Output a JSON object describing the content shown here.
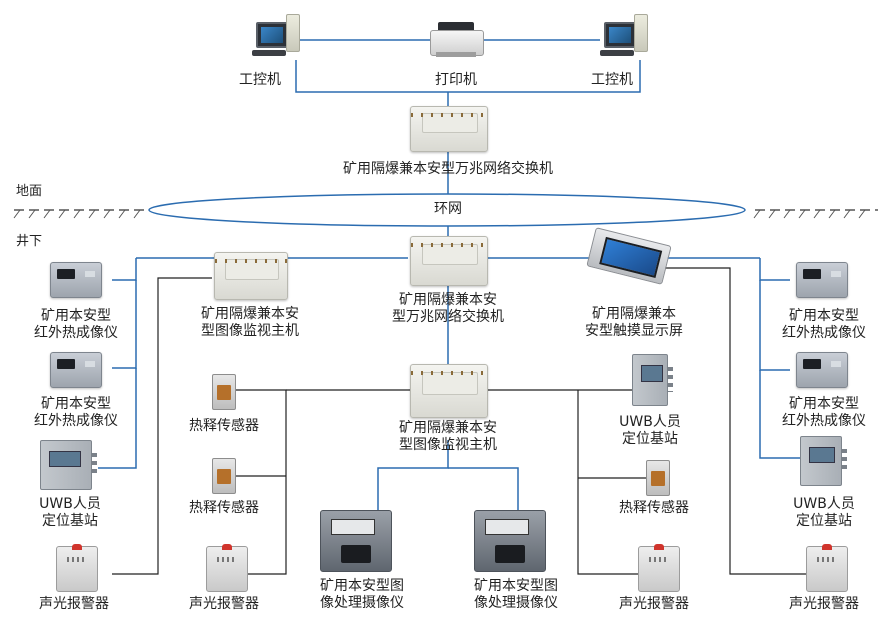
{
  "zones": {
    "ground": "地面",
    "underground": "井下"
  },
  "ring_label": "环网",
  "top": {
    "pc_left": "工控机",
    "printer": "打印机",
    "pc_right": "工控机",
    "switch_ground": "矿用隔爆兼本安型万兆网络交换机"
  },
  "center": {
    "switch_lines": [
      "矿用隔爆兼本安",
      "型万兆网络交换机"
    ],
    "monitor_host_lines": [
      "矿用隔爆兼本安",
      "型图像监视主机"
    ],
    "touch_lines": [
      "矿用隔爆兼本",
      "安型触摸显示屏"
    ],
    "monitor_host_left_lines": [
      "矿用隔爆兼本安",
      "型图像监视主机"
    ]
  },
  "left_column": {
    "thermal1_lines": [
      "矿用本安型",
      "红外热成像仪"
    ],
    "thermal2_lines": [
      "矿用本安型",
      "红外热成像仪"
    ],
    "uwb_lines": [
      "UWB人员",
      "定位基站"
    ],
    "alarm": "声光报警器"
  },
  "left_inner": {
    "sensor1": "热释传感器",
    "sensor2": "热释传感器",
    "alarm": "声光报警器"
  },
  "cameras": {
    "cam1_lines": [
      "矿用本安型图",
      "像处理摄像仪"
    ],
    "cam2_lines": [
      "矿用本安型图",
      "像处理摄像仪"
    ]
  },
  "right_inner": {
    "uwb_lines": [
      "UWB人员",
      "定位基站"
    ],
    "sensor": "热释传感器",
    "alarm": "声光报警器"
  },
  "right_column": {
    "thermal1_lines": [
      "矿用本安型",
      "红外热成像仪"
    ],
    "thermal2_lines": [
      "矿用本安型",
      "红外热成像仪"
    ],
    "uwb_lines": [
      "UWB人员",
      "定位基站"
    ],
    "alarm": "声光报警器"
  },
  "colors": {
    "fiber": "#2b6cb0",
    "copper": "#222222",
    "ring": "#2b6cb0"
  }
}
